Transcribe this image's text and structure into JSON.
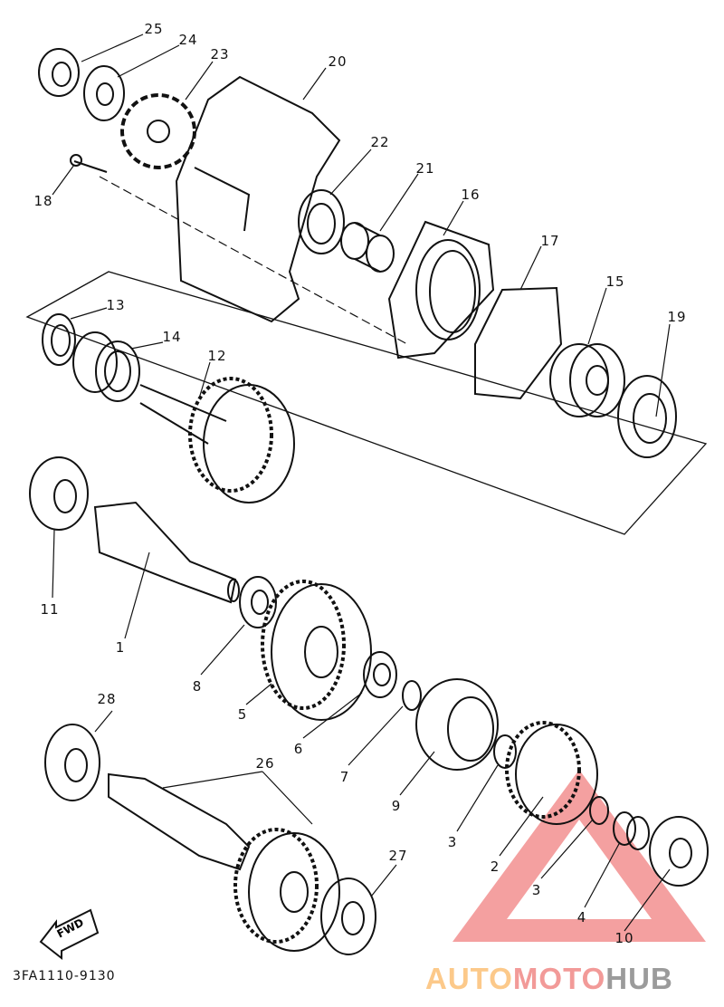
{
  "diagram_code": "3FA1110-9130",
  "fwd_label": "FWD",
  "watermark": {
    "part1": "AUTO",
    "part2": "MOTO",
    "part3": "HUB",
    "colors": {
      "auto": "#fcc98a",
      "moto": "#f29a98",
      "hub": "#9b9b9b",
      "triangle": "#f08080"
    }
  },
  "labels": [
    "25",
    "24",
    "23",
    "20",
    "22",
    "21",
    "16",
    "17",
    "15",
    "19",
    "18",
    "13",
    "14",
    "12",
    "11",
    "1",
    "8",
    "5",
    "6",
    "7",
    "9",
    "3",
    "28",
    "26",
    "27",
    "2",
    "3",
    "4",
    "10"
  ]
}
